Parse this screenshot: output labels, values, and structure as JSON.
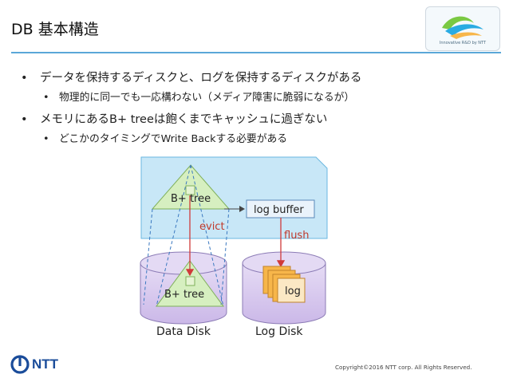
{
  "slide": {
    "title": "DB 基本構造",
    "bullets": [
      {
        "text": "データを保持するディスクと、ログを保持するディスクがある",
        "sub": "物理的に同一でも一応構わない（メディア障害に脆弱になるが）"
      },
      {
        "text": "メモリにあるB+ treeは飽くまでキャッシュに過ぎない",
        "sub": "どこかのタイミングでWrite Backする必要がある"
      }
    ],
    "logo_caption": "Innovative R&D by NTT",
    "footer": {
      "brand": "NTT",
      "copyright": "Copyright©2016  NTT corp. All Rights Reserved."
    }
  },
  "diagram": {
    "memory_tree_label": "B+ tree",
    "disk_tree_label": "B+ tree",
    "log_buffer_label": "log buffer",
    "evict_label": "evict",
    "flush_label": "flush",
    "log_label": "log",
    "data_disk_label": "Data Disk",
    "log_disk_label": "Log Disk"
  },
  "colors": {
    "accent_line": "#5aa7d8",
    "memory_fill": "#c8e7f7",
    "disk_fill": "#d9cdee",
    "tree_fill": "#d6efc0",
    "arrow_red": "#d03a3a",
    "text_red": "#c0392b",
    "log_orange": "#f7b64a",
    "ntt_blue": "#1a4c9a"
  }
}
